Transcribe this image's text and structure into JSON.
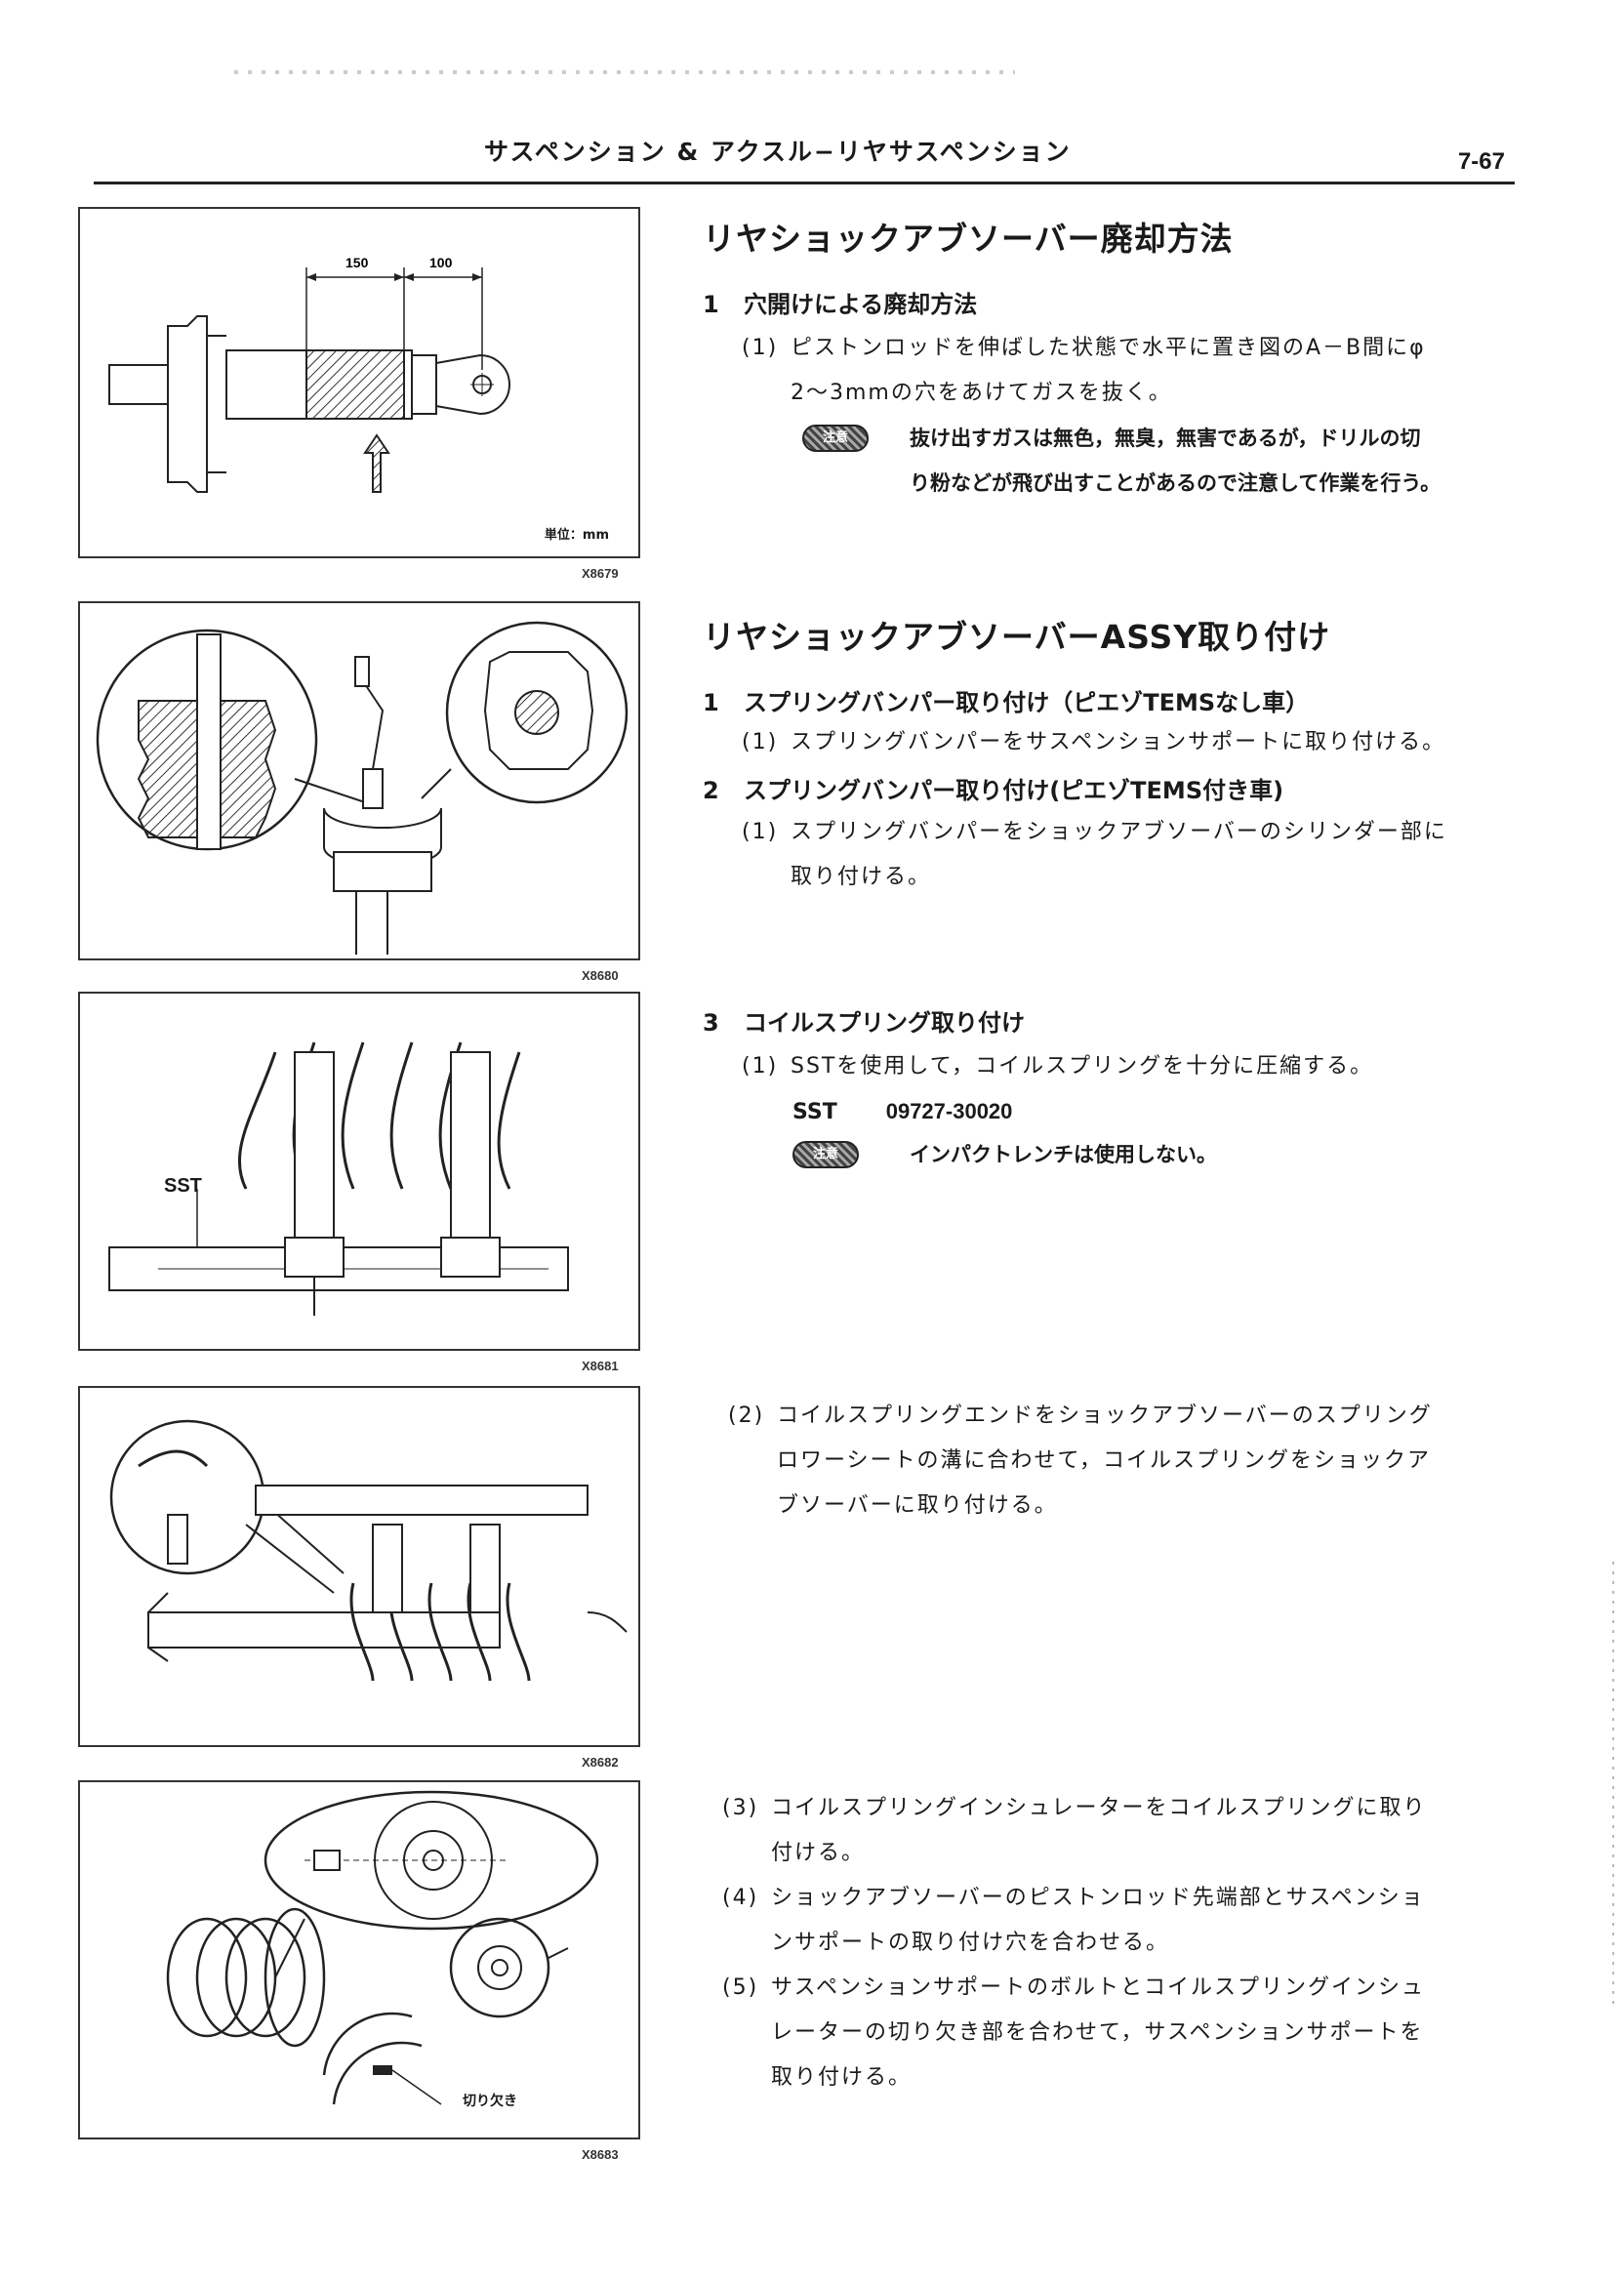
{
  "header": {
    "title": "サスペンション & アクスル−リヤサスペンション",
    "page": "7-67"
  },
  "figures": {
    "fig1": {
      "code": "X8679",
      "unit": "単位：mm",
      "dim_a": "150",
      "dim_b": "100"
    },
    "fig2": {
      "code": "X8680"
    },
    "fig3": {
      "code": "X8681",
      "label": "SST"
    },
    "fig4": {
      "code": "X8682"
    },
    "fig5": {
      "code": "X8683",
      "label": "切り欠き"
    }
  },
  "section1": {
    "title": "リヤショックアブソーバー廃却方法",
    "sub1": {
      "num": "1",
      "title": "穴開けによる廃却方法"
    },
    "step1": {
      "num": "(1)",
      "line1": "ピストンロッドを伸ばした状態で水平に置き図のA－B間にφ",
      "line2": "2～3mmの穴をあけてガスを抜く。"
    },
    "note": {
      "badge": "注意",
      "line1": "抜け出すガスは無色，無臭，無害であるが，ドリルの切",
      "line2": "り粉などが飛び出すことがあるので注意して作業を行う。"
    }
  },
  "section2": {
    "title": "リヤショックアブソーバーASSY取り付け",
    "sub1": {
      "num": "1",
      "title": "スプリングバンパー取り付け（ピエゾTEMSなし車）"
    },
    "sub1_step1": {
      "num": "(1)",
      "line1": "スプリングバンパーをサスペンションサポートに取り付ける。"
    },
    "sub2": {
      "num": "2",
      "title": "スプリングバンパー取り付け(ピエゾTEMS付き車)"
    },
    "sub2_step1": {
      "num": "(1)",
      "line1": "スプリングバンパーをショックアブソーバーのシリンダー部に",
      "line2": "取り付ける。"
    },
    "sub3": {
      "num": "3",
      "title": "コイルスプリング取り付け"
    },
    "sub3_step1": {
      "num": "(1)",
      "line1": "SSTを使用して，コイルスプリングを十分に圧縮する。"
    },
    "sst": {
      "label": "SST",
      "code": "09727-30020"
    },
    "note2": {
      "badge": "注意",
      "line1": "インパクトレンチは使用しない。"
    },
    "step2": {
      "num": "(2)",
      "line1": "コイルスプリングエンドをショックアブソーバーのスプリング",
      "line2": "ロワーシートの溝に合わせて，コイルスプリングをショックア",
      "line3": "ブソーバーに取り付ける。"
    },
    "step3": {
      "num": "(3)",
      "line1": "コイルスプリングインシュレーターをコイルスプリングに取り",
      "line2": "付ける。"
    },
    "step4": {
      "num": "(4)",
      "line1": "ショックアブソーバーのピストンロッド先端部とサスペンショ",
      "line2": "ンサポートの取り付け穴を合わせる。"
    },
    "step5": {
      "num": "(5)",
      "line1": "サスペンションサポートのボルトとコイルスプリングインシュ",
      "line2": "レーターの切り欠き部を合わせて，サスペンションサポートを",
      "line3": "取り付ける。"
    }
  }
}
